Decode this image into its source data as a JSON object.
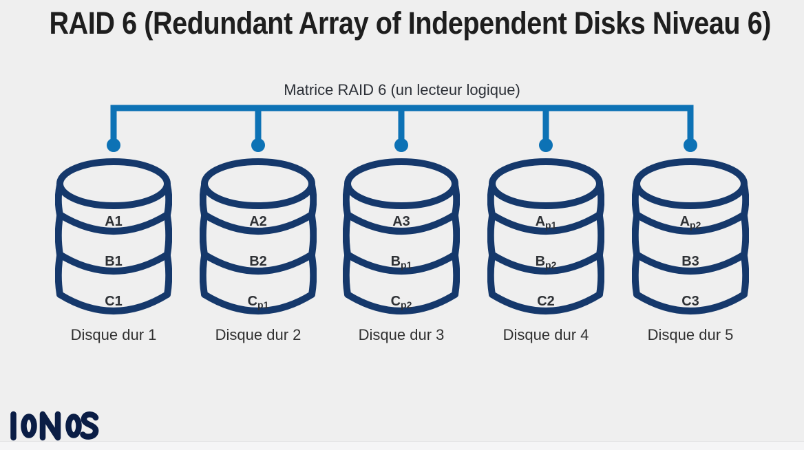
{
  "title": "RAID 6 (Redundant Array of Independent Disks Niveau 6)",
  "array_label": "Matrice RAID 6 (un lecteur logique)",
  "colors": {
    "background": "#efefef",
    "bus_blue": "#0d72b5",
    "disk_outline_navy": "#15386b",
    "segment_text": "#2e3135",
    "caption_text": "#303030",
    "title_text": "#1e1e1e",
    "logo_navy": "#0a1d45"
  },
  "disks": [
    {
      "name": "Disque dur 1",
      "segments": [
        {
          "label": "A1",
          "sub": ""
        },
        {
          "label": "B1",
          "sub": ""
        },
        {
          "label": "C1",
          "sub": ""
        }
      ]
    },
    {
      "name": "Disque dur 2",
      "segments": [
        {
          "label": "A2",
          "sub": ""
        },
        {
          "label": "B2",
          "sub": ""
        },
        {
          "label": "C",
          "sub": "p1"
        }
      ]
    },
    {
      "name": "Disque dur 3",
      "segments": [
        {
          "label": "A3",
          "sub": ""
        },
        {
          "label": "B",
          "sub": "p1"
        },
        {
          "label": "C",
          "sub": "p2"
        }
      ]
    },
    {
      "name": "Disque dur 4",
      "segments": [
        {
          "label": "A",
          "sub": "p1"
        },
        {
          "label": "B",
          "sub": "p2"
        },
        {
          "label": "C2",
          "sub": ""
        }
      ]
    },
    {
      "name": "Disque dur 5",
      "segments": [
        {
          "label": "A",
          "sub": "p2"
        },
        {
          "label": "B3",
          "sub": ""
        },
        {
          "label": "C3",
          "sub": ""
        }
      ]
    }
  ],
  "logo": {
    "brand": "IONOS"
  }
}
